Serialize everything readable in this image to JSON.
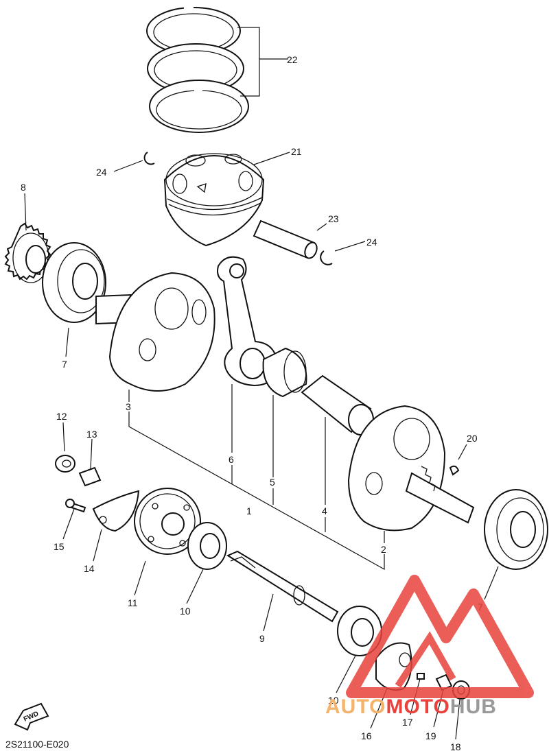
{
  "diagram": {
    "callouts": [
      "22",
      "21",
      "24",
      "23",
      "24",
      "8",
      "7",
      "3",
      "6",
      "5",
      "4",
      "1",
      "2",
      "20",
      "7",
      "12",
      "13",
      "15",
      "14",
      "11",
      "10",
      "9",
      "10",
      "16",
      "17",
      "19",
      "18"
    ],
    "drawing_code": "2S21100-E020",
    "fwd_label": "FWD"
  },
  "watermark": {
    "part1": "AUTO",
    "part2": "MOTO",
    "part3": "HUB",
    "colors": {
      "red": "#e8423c",
      "orange": "#f5b36a",
      "gray": "#9a9a9a"
    }
  }
}
